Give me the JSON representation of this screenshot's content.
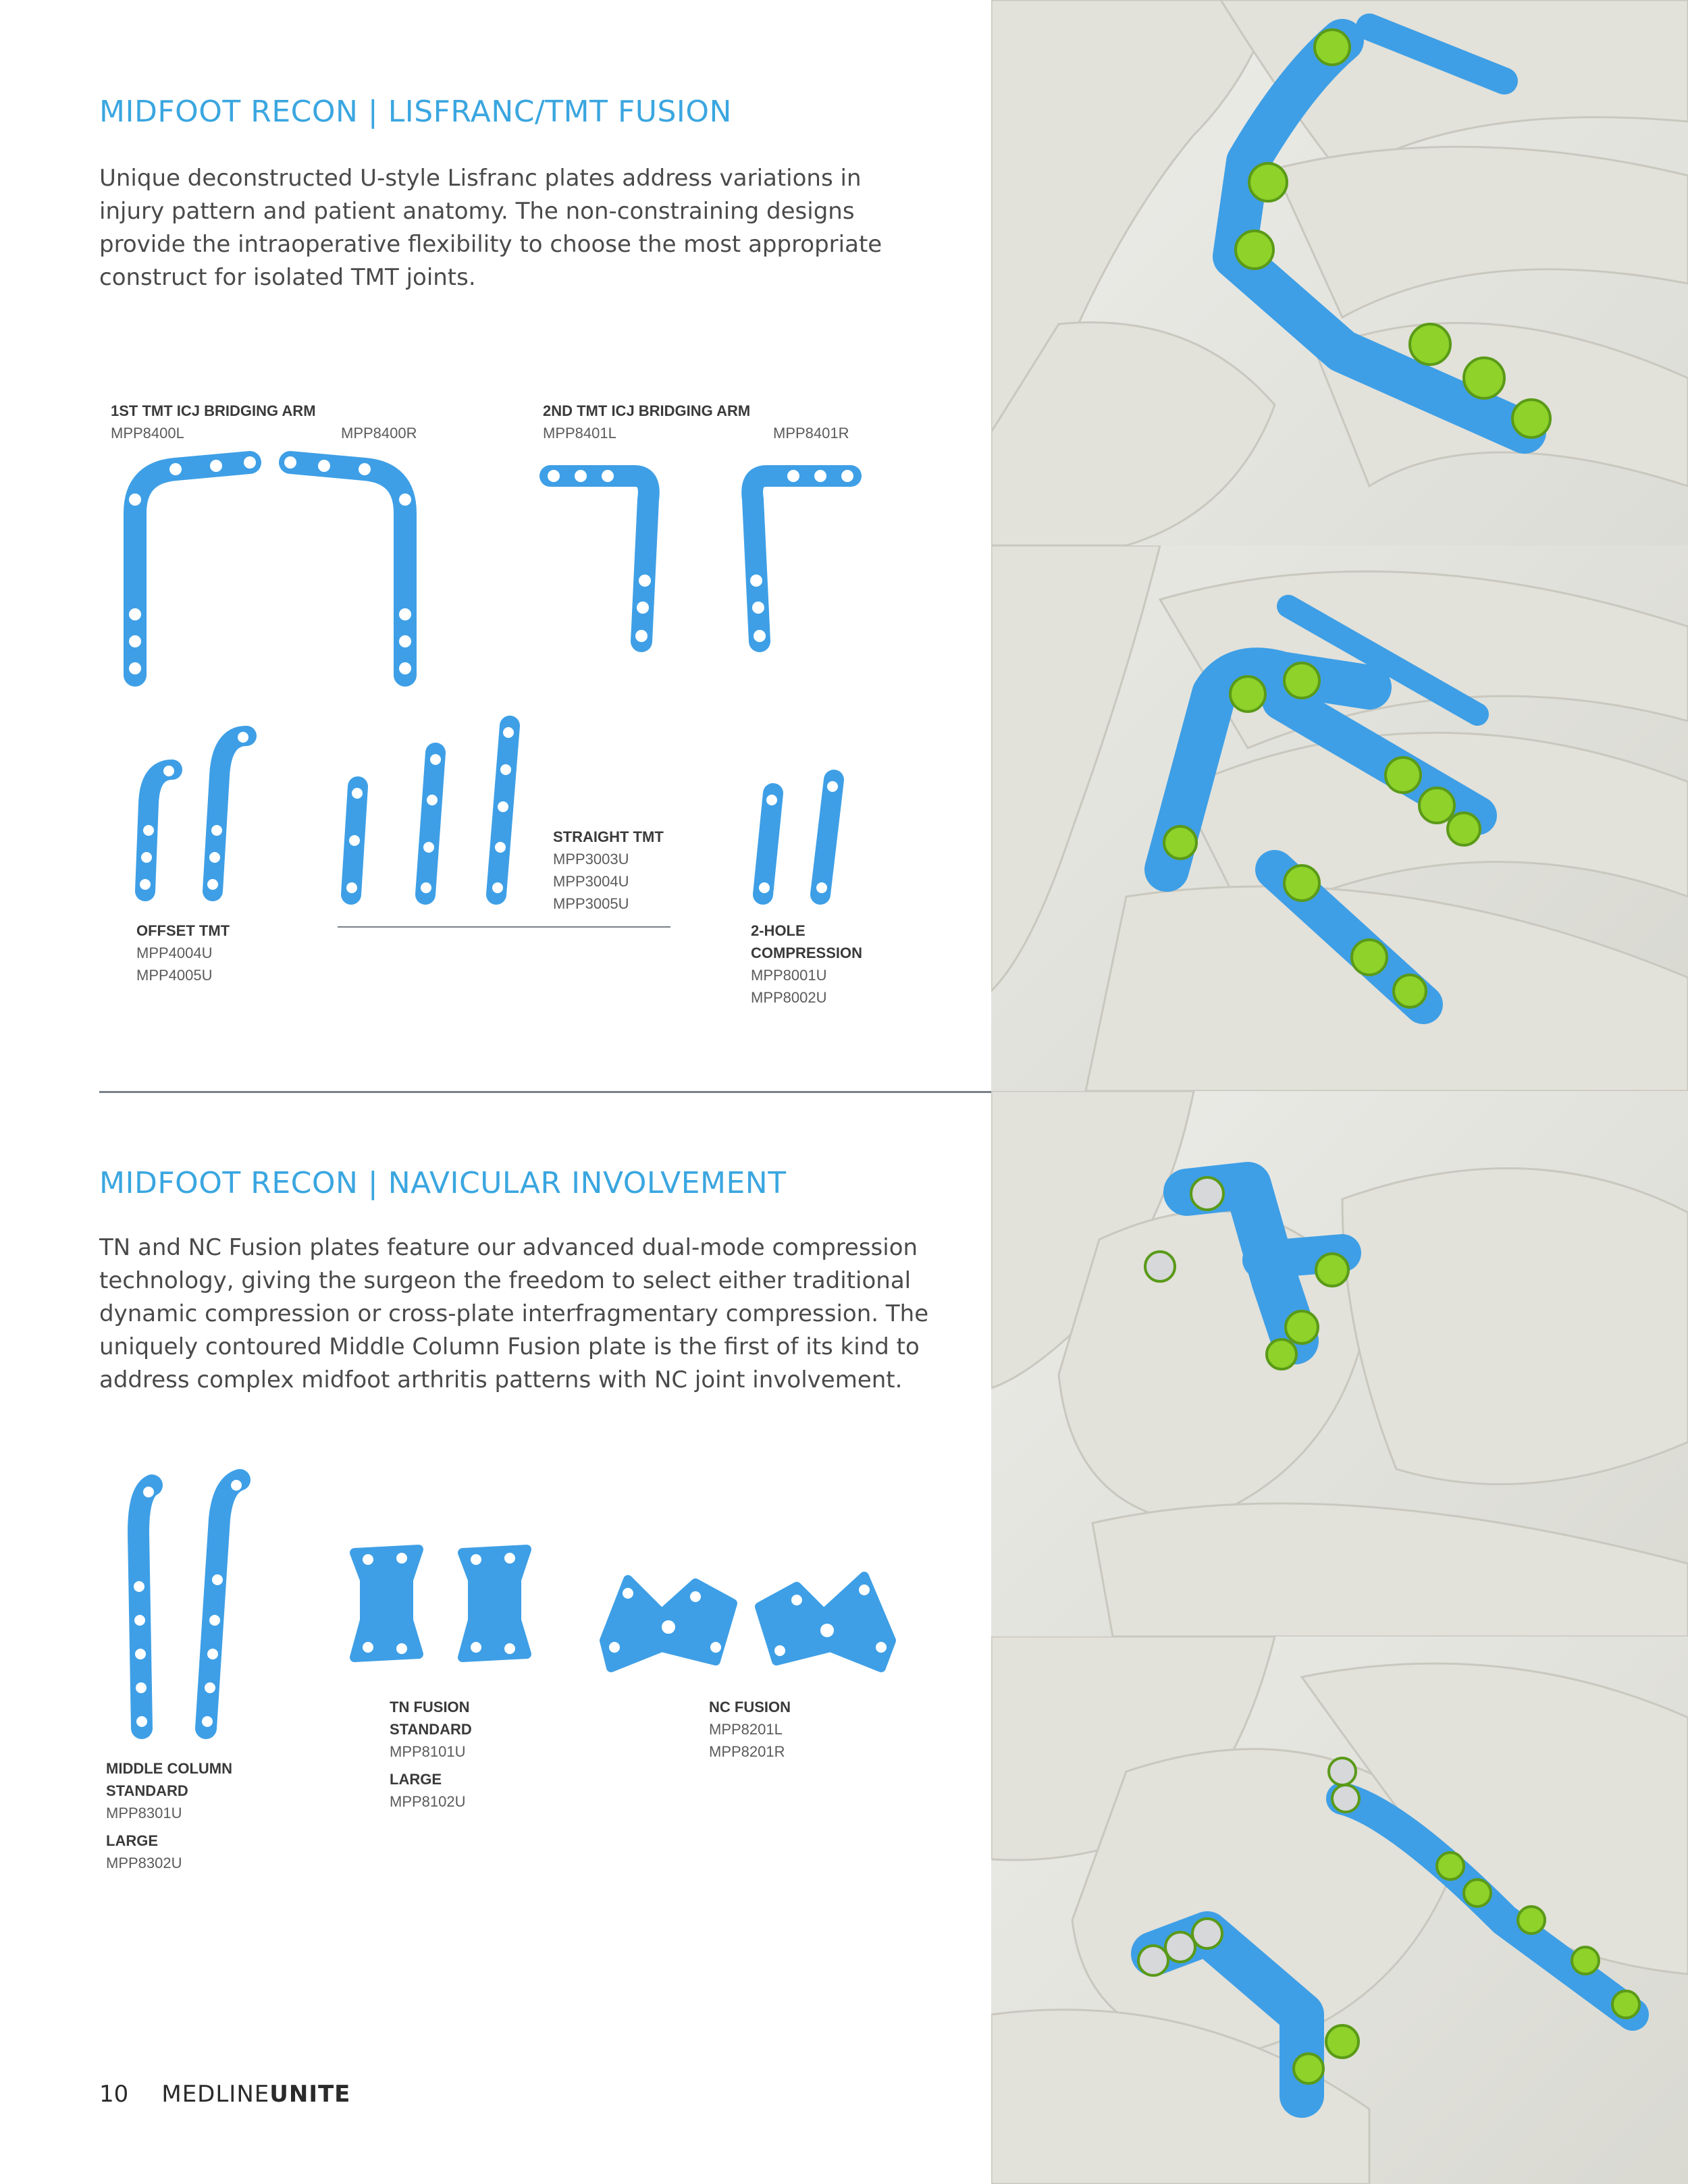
{
  "section1": {
    "title": "MIDFOOT RECON | LISFRANC/TMT FUSION",
    "body": "Unique deconstructed U-style Lisfranc plates address variations in injury pattern and patient anatomy. The non-constraining designs provide the intraoperative flexibility to choose the most appropriate construct for isolated TMT joints."
  },
  "products1": {
    "first_tmt": {
      "name": "1ST TMT ICJ BRIDGING ARM",
      "left_code": "MPP8400L",
      "right_code": "MPP8400R"
    },
    "second_tmt": {
      "name": "2ND TMT ICJ BRIDGING ARM",
      "left_code": "MPP8401L",
      "right_code": "MPP8401R"
    },
    "offset_tmt": {
      "name": "OFFSET TMT",
      "codes": [
        "MPP4004U",
        "MPP4005U"
      ]
    },
    "straight_tmt": {
      "name": "STRAIGHT TMT",
      "codes": [
        "MPP3003U",
        "MPP3004U",
        "MPP3005U"
      ]
    },
    "two_hole": {
      "name_line1": "2-HOLE",
      "name_line2": "COMPRESSION",
      "codes": [
        "MPP8001U",
        "MPP8002U"
      ]
    }
  },
  "section2": {
    "title": "MIDFOOT RECON | NAVICULAR INVOLVEMENT",
    "body": "TN and NC Fusion plates feature our advanced dual-mode compression technology, giving the surgeon the freedom to select either traditional dynamic compression or cross-plate interfragmentary compression. The uniquely contoured Middle Column Fusion plate is the first of its kind to address complex midfoot arthritis patterns with NC joint involvement."
  },
  "products2": {
    "middle_column": {
      "name_line1": "MIDDLE COLUMN",
      "name_line2": "STANDARD",
      "standard_code": "MPP8301U",
      "large_label": "LARGE",
      "large_code": "MPP8302U"
    },
    "tn_fusion": {
      "name_line1": "TN FUSION",
      "name_line2": "STANDARD",
      "standard_code": "MPP8101U",
      "large_label": "LARGE",
      "large_code": "MPP8102U"
    },
    "nc_fusion": {
      "name": "NC FUSION",
      "codes": [
        "MPP8201L",
        "MPP8201R"
      ]
    }
  },
  "footer": {
    "page_number": "10",
    "brand_regular": "MEDLINE",
    "brand_bold": "UNITE"
  },
  "colors": {
    "accent": "#3aa6e0",
    "plate_blue": "#3e9fe6",
    "screw_green": "#8ed22a",
    "bone": "#e4e3dc",
    "divider": "#7a8087"
  },
  "icons": [
    "bone-plate-illustration",
    "foot-skeleton-photo"
  ]
}
